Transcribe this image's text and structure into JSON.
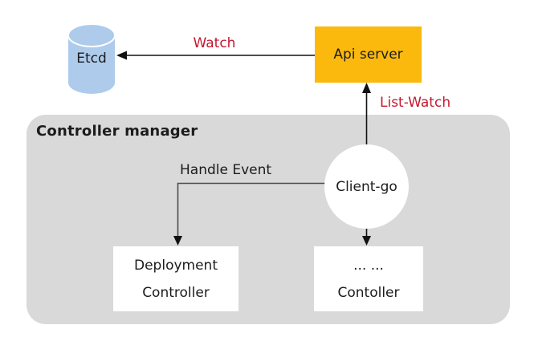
{
  "diagram": {
    "container": {
      "label": "Controller manager"
    },
    "nodes": {
      "etcd": {
        "label": "Etcd"
      },
      "api_server": {
        "label": "Api server"
      },
      "client_go": {
        "label": "Client-go"
      },
      "deployment_controller": {
        "line1": "Deployment",
        "line2": "Controller"
      },
      "generic_controller": {
        "line1": "... ...",
        "line2": "Contoller"
      }
    },
    "edges": {
      "watch": {
        "label": "Watch"
      },
      "list_watch": {
        "label": "List-Watch"
      },
      "handle_event": {
        "label": "Handle Event"
      }
    },
    "colors": {
      "api_server_fill": "#FBB90D",
      "etcd_fill": "#AECBEB",
      "etcd_top_stroke": "#FFFFFF",
      "manager_fill": "#D9D9D9",
      "node_fill": "#FFFFFF",
      "label_red": "#C2182E",
      "text_dark": "#1C1C1E",
      "line_gray": "#4D4D4D",
      "line_black": "#111111"
    }
  }
}
